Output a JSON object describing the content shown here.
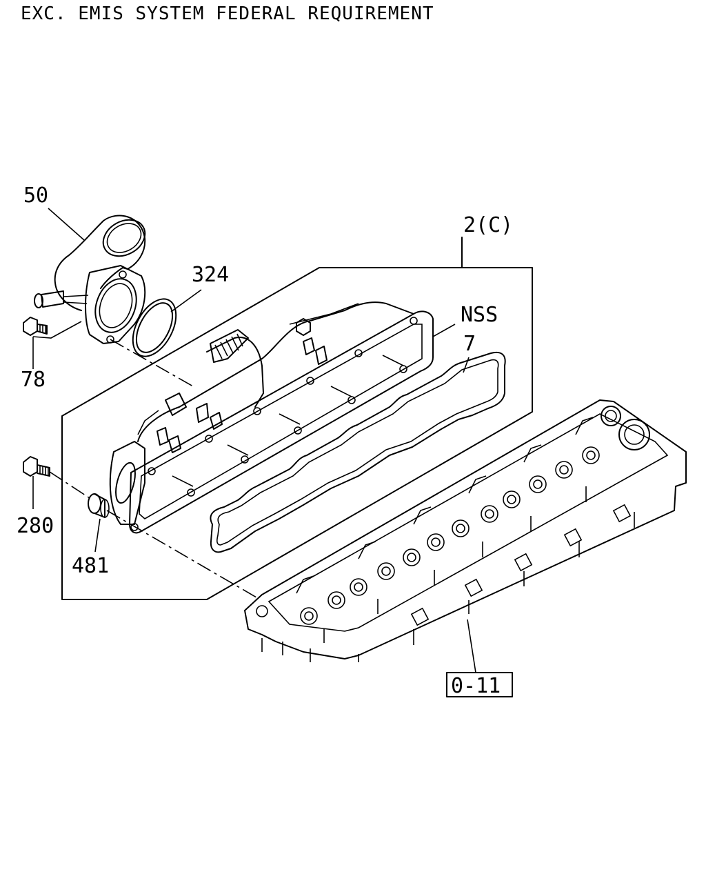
{
  "header": {
    "title": "EXC. EMIS SYSTEM FEDERAL REQUIREMENT"
  },
  "callouts": {
    "part_50": "50",
    "part_324": "324",
    "part_78": "78",
    "part_2c": "2(C)",
    "part_nss": "NSS",
    "part_7": "7",
    "part_280": "280",
    "part_481": "481",
    "ref_0_11": "0-11"
  },
  "colors": {
    "ink": "#000000",
    "paper": "#ffffff"
  }
}
